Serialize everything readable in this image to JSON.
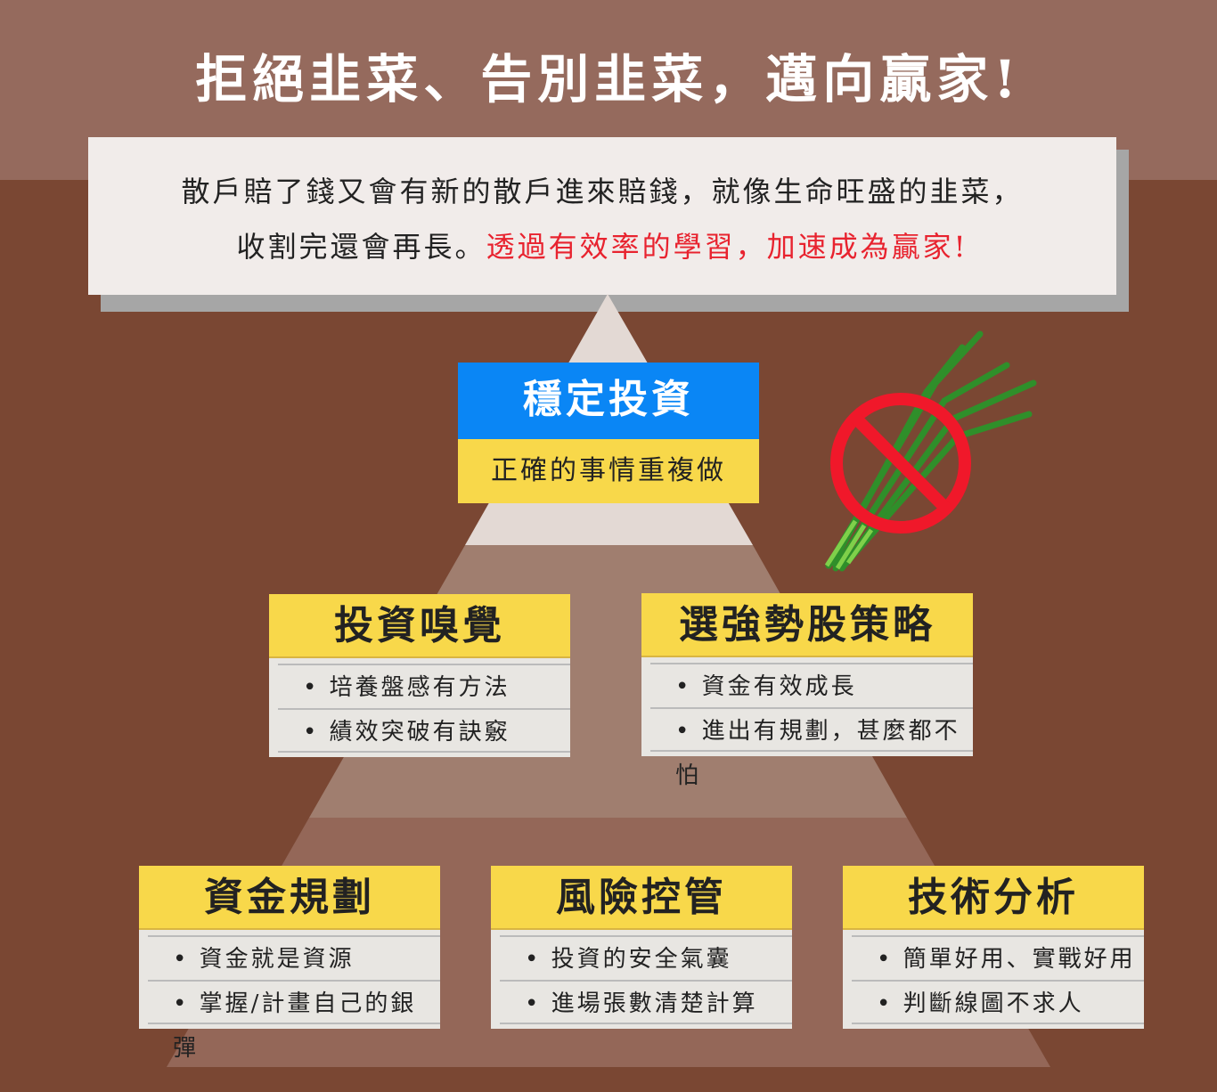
{
  "title": "拒絕韭菜、告別韭菜，邁向贏家!",
  "intro": {
    "line1": "散戶賠了錢又會有新的散戶進來賠錢，就像生命旺盛的韭菜，",
    "line2_plain": "收割完還會再長。",
    "line2_highlight": "透過有效率的學習，加速成為贏家!"
  },
  "colors": {
    "highlight": "#e8232f",
    "blue": "#0a86f5",
    "yellow": "#f8d84a"
  },
  "top": {
    "heading": "穩定投資",
    "subtitle": "正確的事情重複做"
  },
  "middle": [
    {
      "heading": "投資嗅覺",
      "items": [
        "培養盤感有方法",
        "績效突破有訣竅"
      ]
    },
    {
      "heading": "選強勢股策略",
      "items": [
        "資金有效成長",
        "進出有規劃，甚麼都不怕"
      ]
    }
  ],
  "bottom": [
    {
      "heading": "資金規劃",
      "items": [
        "資金就是資源",
        "掌握/計畫自己的銀彈"
      ]
    },
    {
      "heading": "風險控管",
      "items": [
        "投資的安全氣囊",
        "進場張數清楚計算"
      ]
    },
    {
      "heading": "技術分析",
      "items": [
        "簡單好用、實戰好用",
        "判斷線圖不求人"
      ]
    }
  ],
  "icons": {
    "no_leeks": "no-leek-icon"
  }
}
